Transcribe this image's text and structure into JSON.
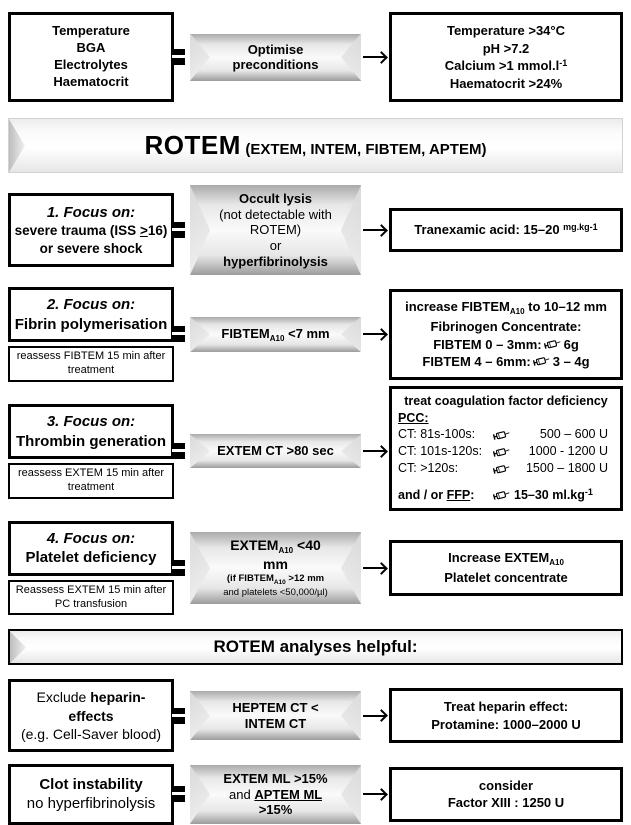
{
  "colors": {
    "border": "#000000",
    "banner_mid": "#fafafa",
    "banner_edge": "#9c9c9c",
    "band_bg": "#f5f5f5"
  },
  "top": {
    "left_lines": {
      "l1": "Temperature",
      "l2": "BGA",
      "l3": "Electrolytes",
      "l4": "Haematocrit"
    },
    "banner_label": "Optimise preconditions",
    "right": {
      "l1": "Temperature >34°C",
      "l2": "pH >7.2",
      "l3_pre": "Calcium >1 mmol.l",
      "l3_sup": "-1",
      "l4": "Haematocrit >24%"
    }
  },
  "band1": {
    "title": "ROTEM",
    "subtitle": "(EXTEM, INTEM, FIBTEM, APTEM)"
  },
  "row1": {
    "left_title": "1. Focus on:",
    "left_l2_pre": "severe trauma (ISS ",
    "left_l2_geq": ">",
    "left_l2_post": "16)",
    "left_l3": "or severe shock",
    "banner_l1": "Occult lysis",
    "banner_l2": "(not detectable with ROTEM)",
    "banner_l3_pre": "or ",
    "banner_l3_bold": "hyperfibrinolysis",
    "right_pre": "Tranexamic acid: 15–20 ",
    "right_sup": "mg.kg-1"
  },
  "row2": {
    "left_title": "2. Focus on:",
    "left_l2": "Fibrin polymerisation",
    "left_note": "reassess FIBTEM 15 min after treatment",
    "banner_pre": "FIBTEM",
    "banner_sub": "A10",
    "banner_post": " <7 mm",
    "right_l1_pre": "increase FIBTEM",
    "right_l1_sub": "A10",
    "right_l1_post": " to 10–12 mm",
    "right_l2": "Fibrinogen Concentrate:",
    "right_l3_label": "FIBTEM 0 – 3mm:",
    "right_l3_value": "6g",
    "right_l4_label": "FIBTEM 4 – 6mm:",
    "right_l4_value": "3 – 4g"
  },
  "row3": {
    "left_title": "3. Focus on:",
    "left_l2": "Thrombin generation",
    "left_note": "reassess EXTEM 15 min after treatment",
    "banner_label": "EXTEM CT >80 sec",
    "right_title": "treat coagulation factor deficiency",
    "right_pcc": "PCC:",
    "ct_rows": [
      {
        "label": "CT: 81s-100s:",
        "value": "500 – 600 U"
      },
      {
        "label": "CT: 101s-120s:",
        "value": "1000 -  1200 U"
      },
      {
        "label": "CT: >120s:",
        "value": "1500 – 1800 U"
      }
    ],
    "ffp_pre": "and / or ",
    "ffp_u": "FFP",
    "ffp_colon": ":",
    "ffp_value": "15–30 ml.kg",
    "ffp_sup": "-1"
  },
  "row4": {
    "left_title": "4. Focus on:",
    "left_l2": "Platelet deficiency",
    "left_note": "Reassess EXTEM 15 min after PC transfusion",
    "banner_pre": "EXTEM",
    "banner_sub": "A10",
    "banner_post": " <40 mm",
    "banner_sm1_pre": "(if FIBTEM",
    "banner_sm1_sub": "A10",
    "banner_sm1_post": " >12 mm",
    "banner_sm2": "and platelets <50,000/µl)",
    "right_l1_pre": "Increase EXTEM",
    "right_l1_sub": "A10",
    "right_l2": "Platelet concentrate"
  },
  "band2": {
    "title": "ROTEM analyses helpful:"
  },
  "row5": {
    "left_l1_pre": "Exclude ",
    "left_l1_bold": "heparin-",
    "left_l2": "effects",
    "left_l3": "(e.g. Cell-Saver blood)",
    "banner_label": "HEPTEM CT < INTEM CT",
    "right_l1": "Treat heparin effect:",
    "right_l2": "Protamine: 1000–2000 U"
  },
  "row6": {
    "left_l1": "Clot instability",
    "left_l2": "no  hyperfibrinolysis",
    "banner_l1": "EXTEM ML >15%",
    "banner_l2_pre": "and ",
    "banner_l2_u": "APTEM ML",
    "banner_l2_post": " >15%",
    "right_l1": "consider",
    "right_l2": "Factor XIII : 1250 U"
  }
}
